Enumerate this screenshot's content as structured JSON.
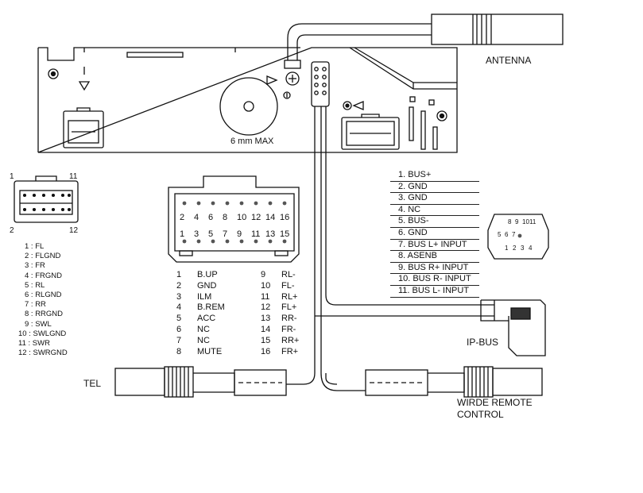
{
  "labels": {
    "antenna": "ANTENNA",
    "ip_bus": "IP-BUS",
    "tel": "TEL",
    "wired_remote": [
      "WIRDE REMOTE",
      "CONTROL"
    ],
    "screw": "6 mm MAX"
  },
  "small_connector": {
    "top_left": "1",
    "top_right": "11",
    "bottom_left": "2",
    "bottom_right": "12",
    "pins": [
      "1 : FL",
      "2 : FLGND",
      "3 : FR",
      "4 : FRGND",
      "5 : RL",
      "6 : RLGND",
      "7 : RR",
      "8 : RRGND",
      "9 : SWL",
      "10 : SWLGND",
      "11 : SWR",
      "12 : SWRGND"
    ]
  },
  "main_connector": {
    "top_row": [
      "2",
      "4",
      "6",
      "8",
      "10",
      "12",
      "14",
      "16"
    ],
    "bottom_row": [
      "1",
      "3",
      "5",
      "7",
      "9",
      "11",
      "13",
      "15"
    ],
    "pins_left": [
      {
        "n": "1",
        "name": "B.UP"
      },
      {
        "n": "2",
        "name": "GND"
      },
      {
        "n": "3",
        "name": "ILM"
      },
      {
        "n": "4",
        "name": "B.REM"
      },
      {
        "n": "5",
        "name": "ACC"
      },
      {
        "n": "6",
        "name": "NC"
      },
      {
        "n": "7",
        "name": "NC"
      },
      {
        "n": "8",
        "name": "MUTE"
      }
    ],
    "pins_right": [
      {
        "n": "9",
        "name": "RL-"
      },
      {
        "n": "10",
        "name": "FL-"
      },
      {
        "n": "11",
        "name": "RL+"
      },
      {
        "n": "12",
        "name": "FL+"
      },
      {
        "n": "13",
        "name": "RR-"
      },
      {
        "n": "14",
        "name": "FR-"
      },
      {
        "n": "15",
        "name": "RR+"
      },
      {
        "n": "16",
        "name": "FR+"
      }
    ]
  },
  "ip_bus_connector": {
    "pins": [
      "1. BUS+",
      "2. GND",
      "3. GND",
      "4. NC",
      "5. BUS-",
      "6. GND",
      "7. BUS L+ INPUT",
      "8. ASENB",
      "9. BUS R+ INPUT",
      "10. BUS R- INPUT",
      "11. BUS L- INPUT"
    ],
    "top_row": [
      "8",
      "9",
      "10",
      "11"
    ],
    "mid_row": [
      "5",
      "6",
      "7"
    ],
    "bottom_row": [
      "1",
      "2",
      "3",
      "4"
    ]
  }
}
